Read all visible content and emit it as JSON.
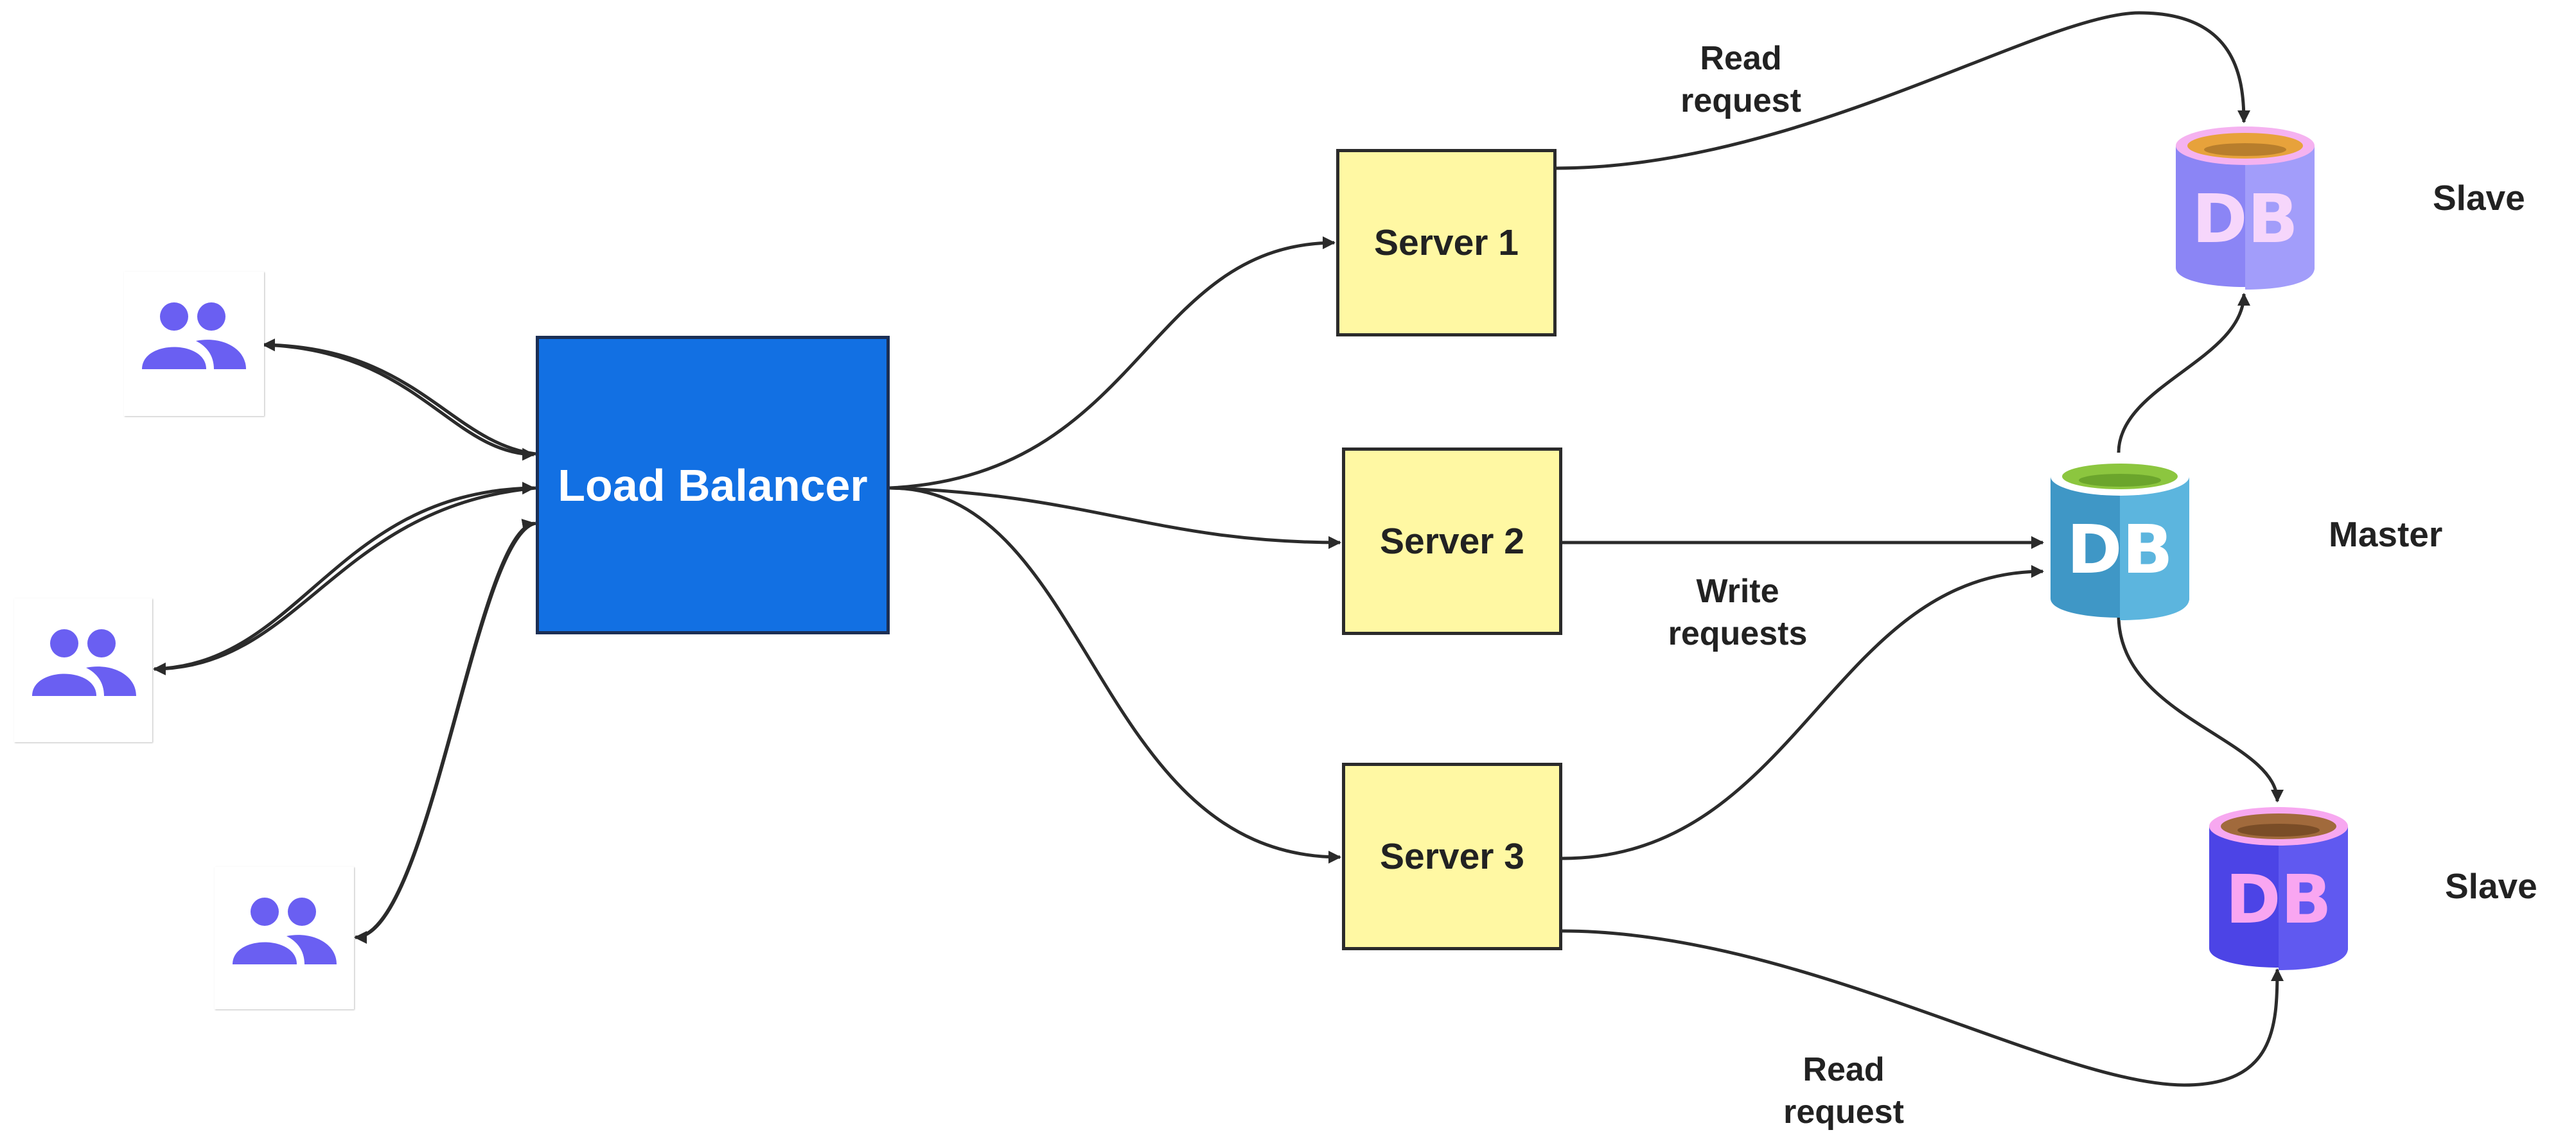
{
  "load_balancer": {
    "label": "Load Balancer"
  },
  "servers": [
    {
      "label": "Server 1"
    },
    {
      "label": "Server 2"
    },
    {
      "label": "Server 3"
    }
  ],
  "databases": [
    {
      "role": "Slave",
      "icon_text": "DB",
      "body_color": "#8b85f5",
      "top_color": "#f5b2f0",
      "inner_color": "#e7a23b",
      "text_color": "#f6d6fb"
    },
    {
      "role": "Master",
      "icon_text": "DB",
      "body_color": "#4aa6d4",
      "top_color": "#ffffff",
      "inner_color": "#8cc63f",
      "text_color": "#ffffff"
    },
    {
      "role": "Slave",
      "icon_text": "DB",
      "body_color": "#4c44e6",
      "top_color": "#f7a8f0",
      "inner_color": "#a16a3c",
      "text_color": "#f9a6f1"
    }
  ],
  "edge_labels": {
    "read_top": "Read\nrequest",
    "write": "Write\nrequests",
    "read_bottom": "Read\nrequest"
  },
  "users": [
    {
      "icon": "users-icon"
    },
    {
      "icon": "users-icon"
    },
    {
      "icon": "users-icon"
    }
  ],
  "colors": {
    "load_balancer": "#1270e3",
    "server_fill": "#fff8a3",
    "connector": "#2b2b2b",
    "user_icon": "#6a5ff2"
  }
}
